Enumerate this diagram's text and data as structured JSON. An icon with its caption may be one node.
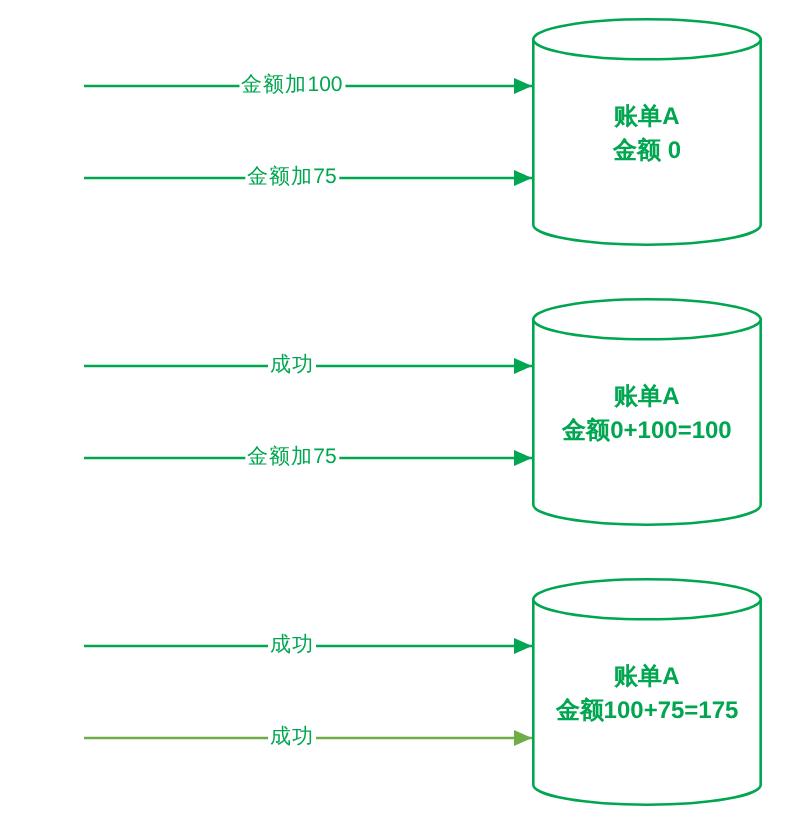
{
  "diagram": {
    "nodes": [
      {
        "text": [
          "账单A",
          "金额 0"
        ]
      },
      {
        "text": [
          "账单A",
          "金额0+100=100"
        ]
      },
      {
        "text": [
          "账单A",
          "金额100+75=175"
        ]
      }
    ],
    "edges": [
      {
        "from": null,
        "to": 0,
        "arrow": "to",
        "label": "金额加100"
      },
      {
        "from": null,
        "to": 0,
        "arrow": "to",
        "label": "金额加75"
      },
      {
        "from": null,
        "to": 1,
        "arrow": "to",
        "label": "成功"
      },
      {
        "from": null,
        "to": 1,
        "arrow": "to",
        "label": "金额加75"
      },
      {
        "from": null,
        "to": 2,
        "arrow": "to",
        "label": "成功"
      },
      {
        "from": null,
        "to": 2,
        "arrow": "to",
        "label": "成功",
        "color": "#70ad47"
      }
    ]
  }
}
